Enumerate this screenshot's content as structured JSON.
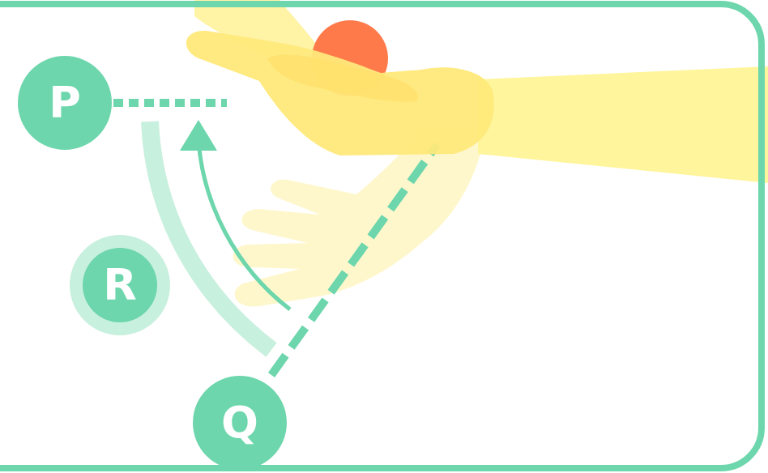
{
  "diagram": {
    "nodes": [
      {
        "text": [
          "P"
        ]
      },
      {
        "text": [
          "R"
        ]
      },
      {
        "text": [
          "Q"
        ]
      }
    ]
  }
}
